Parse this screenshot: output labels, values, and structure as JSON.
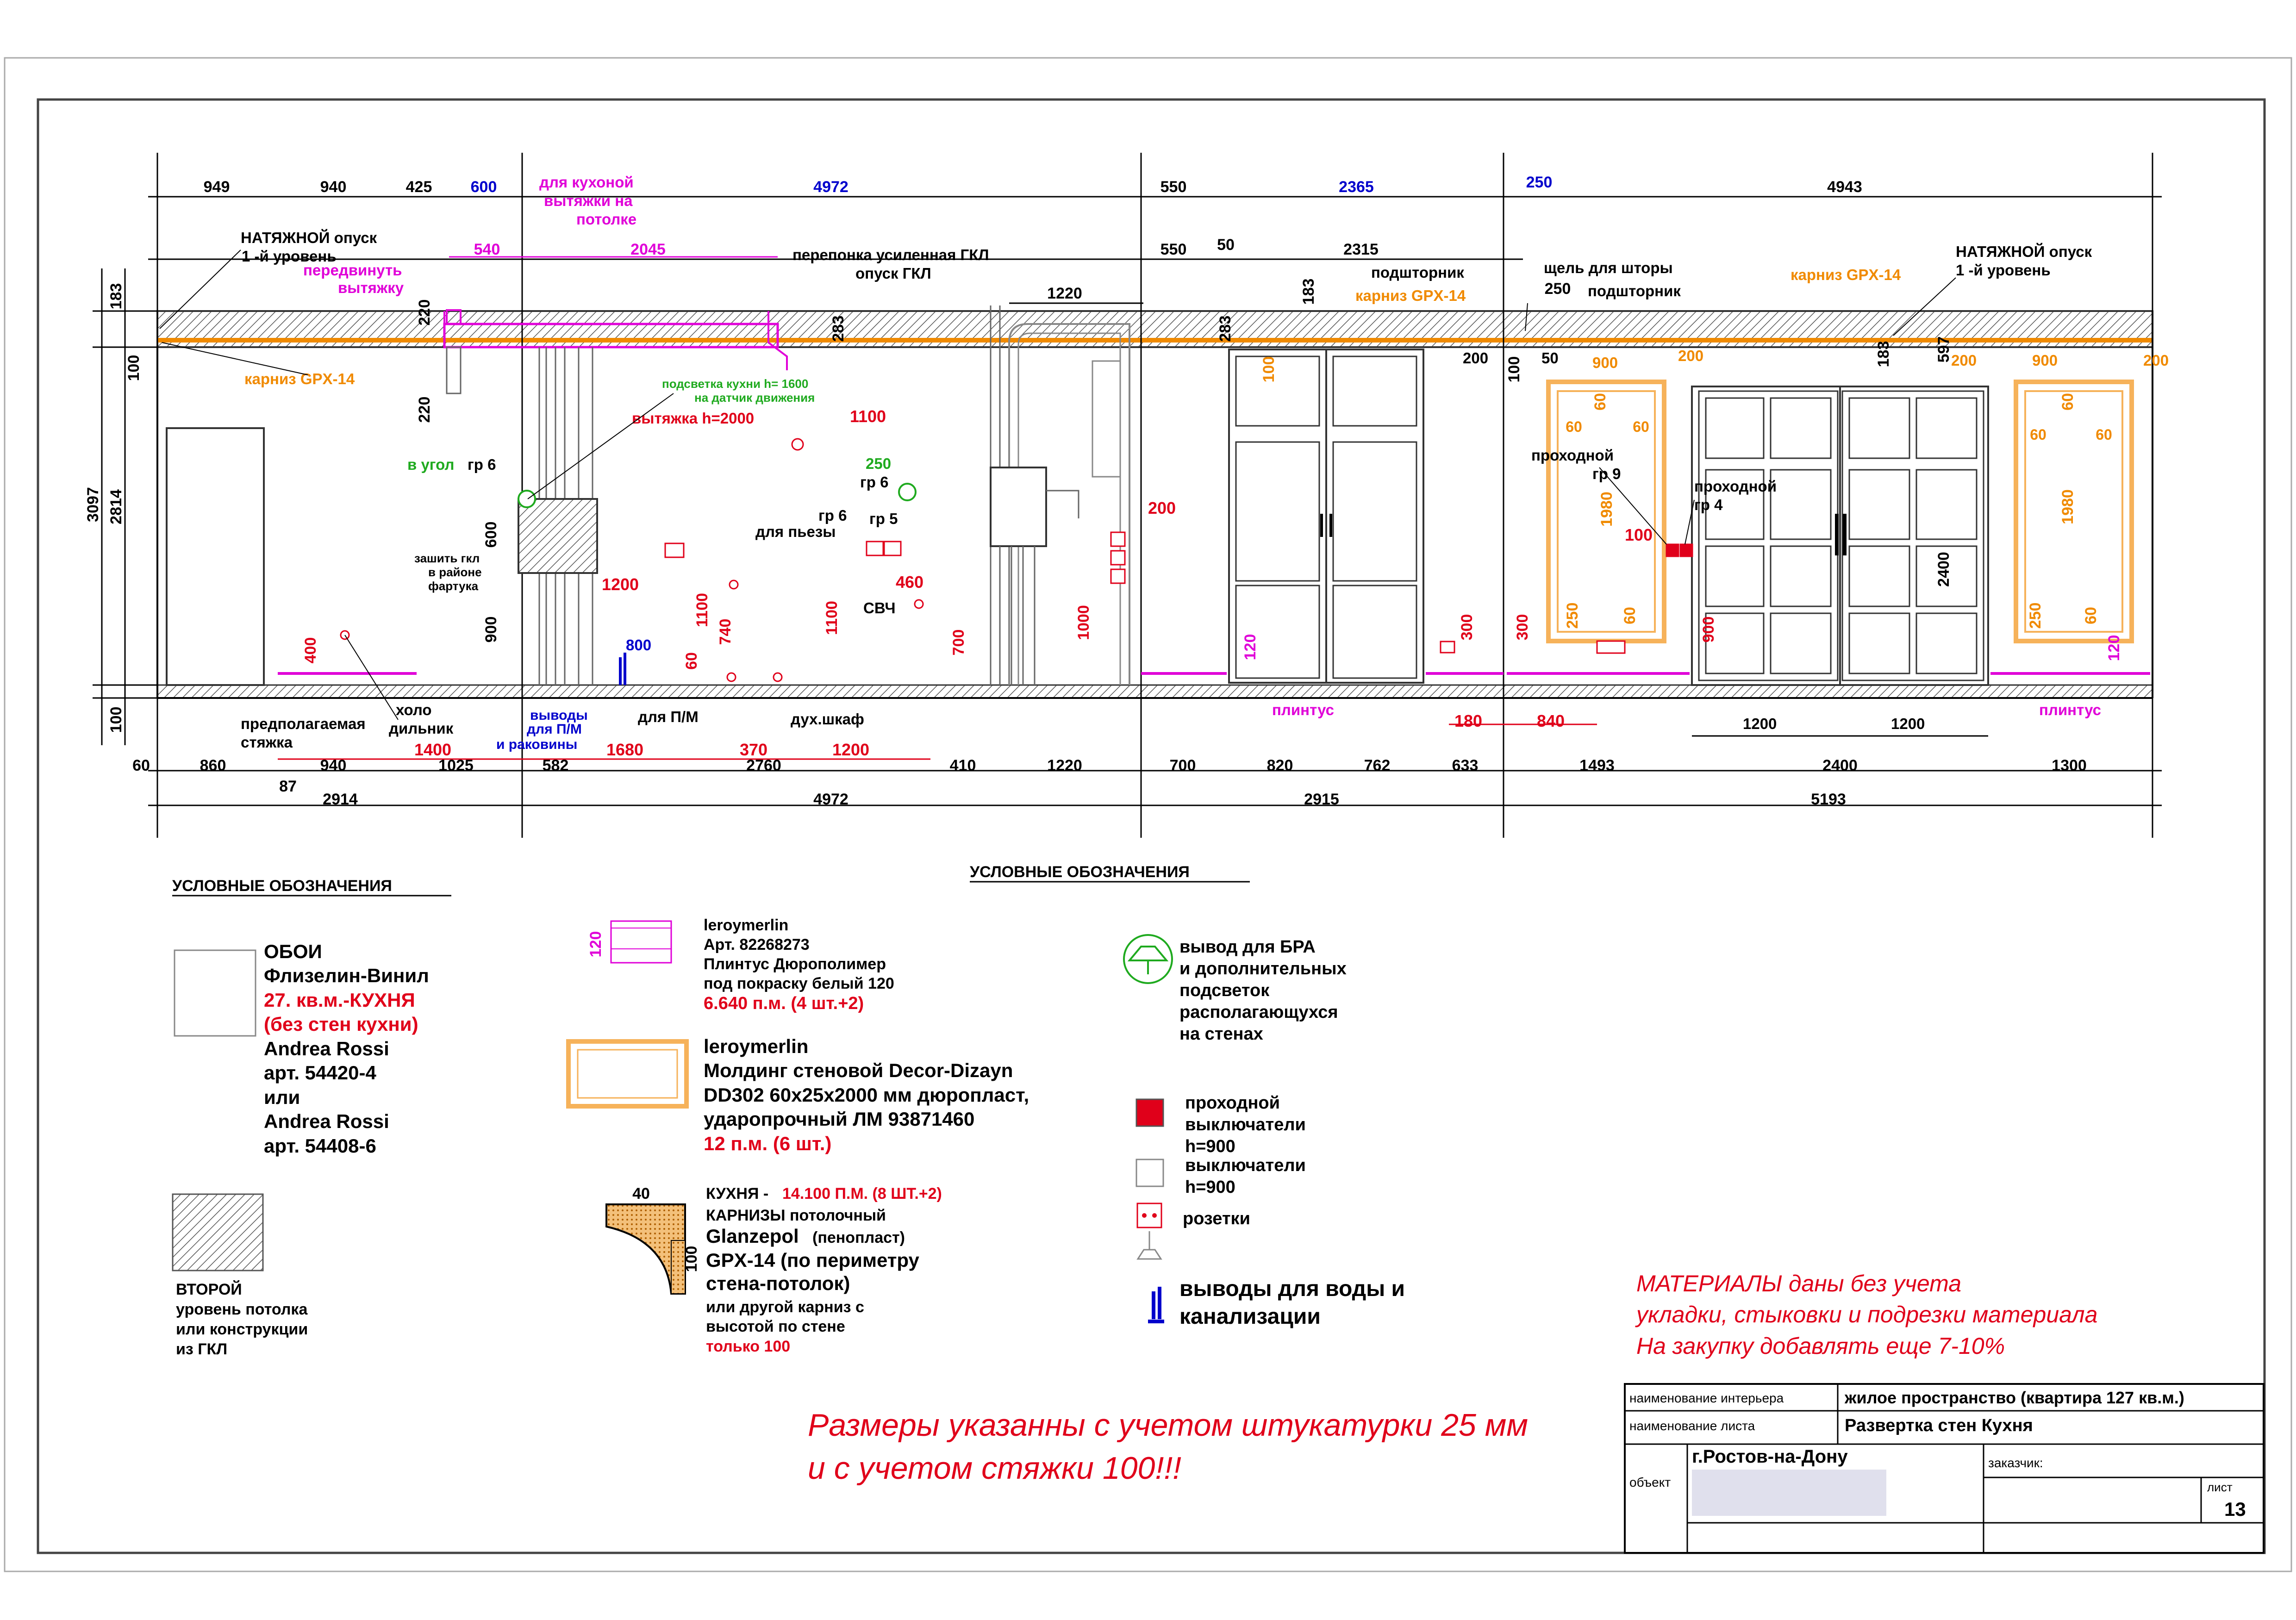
{
  "colors": {
    "black": "#000000",
    "red": "#e0001a",
    "magenta": "#e000d8",
    "blue": "#0000cc",
    "green": "#1faa1f",
    "orange": "#f08a00",
    "cornice": "#f6b25a",
    "hatch": "#777777",
    "grey": "#888888"
  },
  "top_dims": {
    "row1": [
      "949",
      "940",
      "425",
      "600",
      "4972",
      "550",
      "2365",
      "250",
      "4943"
    ],
    "row2": [
      "540",
      "2045",
      "550",
      "50",
      "2315"
    ],
    "row3": [
      "1220",
      "250"
    ]
  },
  "bottom_dims": {
    "row1": [
      "60",
      "860",
      "940",
      "1025",
      "582",
      "2760",
      "410",
      "1220",
      "700",
      "820",
      "762",
      "633",
      "1493",
      "2400",
      "1300"
    ],
    "row2": [
      "87"
    ],
    "row3": [
      "2914",
      "4972",
      "2915",
      "5193"
    ]
  },
  "red_dims": [
    "1400",
    "1680",
    "370",
    "1200",
    "180",
    "840",
    "1100",
    "1200",
    "460",
    "200",
    "100"
  ],
  "vertical_dims": {
    "black": [
      "183",
      "100",
      "3097",
      "2814",
      "100",
      "220",
      "220",
      "600",
      "900",
      "283",
      "283",
      "183",
      "183",
      "597",
      "2400",
      "1100",
      "740",
      "1100",
      "1000",
      "700",
      "60",
      "100",
      "100",
      "1980",
      "1980",
      "900",
      "400",
      "300",
      "300",
      "250",
      "250",
      "60",
      "60",
      "60",
      "60",
      "60",
      "60",
      "60",
      "60"
    ],
    "orange": [
      "100",
      "100",
      "100",
      "250",
      "250",
      "60",
      "60",
      "1980",
      "1980"
    ],
    "magenta": [
      "120",
      "120",
      "120"
    ]
  },
  "labels": {
    "stretch_left": "НАТЯЖНОЙ опуск",
    "level1_left": "1 -й уровень",
    "move_hood": "передвинуть",
    "move_hood2": "вытяжку",
    "for_hood1": "для кухоной",
    "for_hood2": "вытяжки на",
    "for_hood3": "потолке",
    "membrane1": "перепонка усиленная ГКЛ",
    "membrane2": "опуск ГКЛ",
    "podshtornik1": "подшторник",
    "cornice_gpx_a": "карниз GPX-14",
    "curtain_gap": "щель для шторы",
    "podshtornik2": "подшторник",
    "cornice_gpx_b": "карниз GPX-14",
    "stretch_right": "НАТЯЖНОЙ опуск",
    "level1_right": "1 -й уровень",
    "cornice_gpx_left": "карниз GPX-14",
    "kitchen_light1": "подсветка кухни h= 1600",
    "kitchen_light2": "на датчик движения",
    "hood_h": "вытяжка h=2000",
    "corner_gr6_a": "в угол",
    "corner_gr6_b": "гр 6",
    "gr6_a": "гр 6",
    "gr6_b": "гр 6",
    "gr5": "гр 5",
    "green250": "250",
    "for_pieza": "для пьезы",
    "svch": "СВЧ",
    "sew_gkl1": "зашить гкл",
    "sew_gkl2": "в районе",
    "sew_gkl3": "фартука",
    "blue800": "800",
    "outlets1": "выводы",
    "outlets2": "для П/М",
    "outlets3": "и раковины",
    "for_pm": "для П/М",
    "oven": "дух.шкаф",
    "fridge1": "холо",
    "fridge2": "дильник",
    "screed1": "предполагаемая",
    "screed2": "стяжка",
    "plinth_a": "плинтус",
    "plinth_b": "плинтус",
    "pass_gr9_a": "проходной",
    "pass_gr9_b": "гр 9",
    "pass_gr4_a": "проходной",
    "pass_gr4_b": "гр 4",
    "right_200a": "200",
    "right_900a": "900",
    "right_200b": "200",
    "right_900b": "900",
    "right_200c": "200",
    "right_200d": "200",
    "right_50": "50",
    "right_1200a": "1200",
    "right_1200b": "1200"
  },
  "legend_left": {
    "heading": "УСЛОВНЫЕ ОБОЗНАЧЕНИЯ",
    "wallpaper_title": "ОБОИ",
    "wallpaper_type": "Флизелин-Винил",
    "wallpaper_qty": "27. кв.м.-КУХНЯ",
    "wallpaper_note": "(без стен кухни)",
    "brand1": "Andrea Rossi",
    "art1": "арт. 54420-4",
    "or": "или",
    "brand2": "Andrea Rossi",
    "art2": "арт. 54408-6",
    "second1": "ВТОРОЙ",
    "second2": "уровень потолка",
    "second3": "или конструкции",
    "second4": "из ГКЛ"
  },
  "legend_mid": {
    "heading": "УСЛОВНЫЕ ОБОЗНАЧЕНИЯ",
    "plinth_120": "120",
    "plinth_brand": "leroymerlin",
    "plinth_art": "Арт. 82268273",
    "plinth_name": "Плинтус  Дюрополимер",
    "plinth_paint": "под покраску белый 120",
    "plinth_qty": "6.640 п.м. (4 шт.+2)",
    "molding_brand": "leroymerlin",
    "molding_name": "Молдинг стеновой Decor-Dizayn",
    "molding_spec": "DD302 60х25х2000 мм дюропласт,",
    "molding_spec2": "ударопрочный  ЛМ 93871460",
    "molding_qty": "12 п.м. (6 шт.)",
    "cornice_40": "40",
    "cornice_100": "100",
    "cornice_kitchen": "КУХНЯ -",
    "cornice_qty": "14.100 П.М. (8 ШТ.+2)",
    "cornice_type": "КАРНИЗЫ потолочный",
    "cornice_brand": "Glanzepol",
    "cornice_mat": "(пенопласт)",
    "cornice_model": "GPX-14  (по периметру",
    "cornice_model2": "стена-потолок)",
    "cornice_alt": "или другой карниз с",
    "cornice_alt2": "высотой по стене",
    "cornice_only": "только 100"
  },
  "legend_right": {
    "bra1": "вывод для БРА",
    "bra2": "и дополнительных",
    "bra3": "подсветок",
    "bra4": "располагающухся",
    "bra5": "на стенах",
    "pass_sw1": "проходной",
    "pass_sw2": "выключатели",
    "pass_sw3": "h=900",
    "sw1": "выключатели",
    "sw2": "h=900",
    "sockets": "розетки",
    "water1": "выводы для воды и",
    "water2": "канализации"
  },
  "notes": {
    "materials1": "МАТЕРИАЛЫ  даны без учета",
    "materials2": "укладки, стыковки и подрезки материала",
    "materials3": "На закупку добавлять еще 7-10%",
    "sizes1": "Размеры указанны  с учетом штукатурки 25 мм",
    "sizes2": "и с учетом стяжки 100!!!"
  },
  "title_block": {
    "interior_label": "наименование интерьера",
    "interior_value": "жилое пространство (квартира 127 кв.м.)",
    "sheet_name_label": "наименование листа",
    "sheet_name_value": "Развертка стен Кухня",
    "object_label": "объект",
    "object_value": "г.Ростов-на-Дону",
    "client_label": "заказчик:",
    "sheet_label": "лист",
    "sheet_value": "13"
  }
}
